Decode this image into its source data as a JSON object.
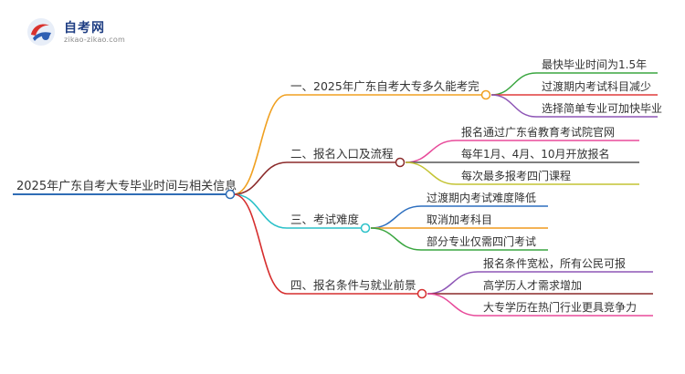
{
  "logo": {
    "title": "自考网",
    "subtitle": "zikao-zikao.com"
  },
  "root": {
    "label": "2025年广东自考大专毕业时间与相关信息",
    "color": "#2f6db5"
  },
  "branches": [
    {
      "label": "一、2025年广东自考大专多久能考完",
      "color": "#f0a020",
      "leaves": [
        {
          "label": "最快毕业时间为1.5年",
          "color": "#3aa640"
        },
        {
          "label": "过渡期内考试科目减少",
          "color": "#e03c3c"
        },
        {
          "label": "选择简单专业可加快毕业",
          "color": "#8e56b6"
        }
      ]
    },
    {
      "label": "二、报名入口及流程",
      "color": "#8b2a2a",
      "leaves": [
        {
          "label": "报名通过广东省教育考试院官网",
          "color": "#e84a9a"
        },
        {
          "label": "每年1月、4月、10月开放报名",
          "color": "#555555"
        },
        {
          "label": "每次最多报考四门课程",
          "color": "#c4c434"
        }
      ]
    },
    {
      "label": "三、考试难度",
      "color": "#2bc1c9",
      "leaves": [
        {
          "label": "过渡期内考试难度降低",
          "color": "#2d6fbf"
        },
        {
          "label": "取消加考科目",
          "color": "#f19a1e"
        },
        {
          "label": "部分专业仅需四门考试",
          "color": "#3aa640"
        }
      ]
    },
    {
      "label": "四、报名条件与就业前景",
      "color": "#d62e2e",
      "leaves": [
        {
          "label": "报名条件宽松，所有公民可报",
          "color": "#8e56b6"
        },
        {
          "label": "高学历人才需求增加",
          "color": "#8b2a2a"
        },
        {
          "label": "大专学历在热门行业更具竞争力",
          "color": "#e84a9a"
        }
      ]
    }
  ]
}
